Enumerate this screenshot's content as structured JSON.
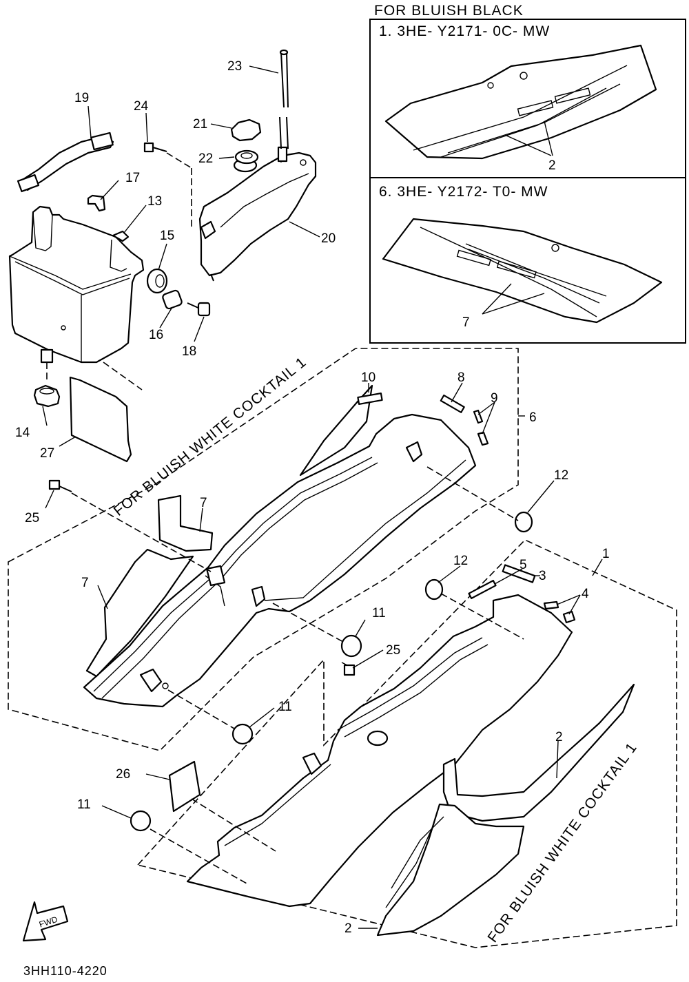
{
  "variant_box": {
    "title": "FOR BLUISH BLACK",
    "item1": "1. 3HE- Y2171- 0C- MW",
    "item6": "6. 3HE- Y2172- T0- MW",
    "callout_item1": "2",
    "callout_item6": "7"
  },
  "rotated_labels": {
    "upper_cover": "FOR BLUISH WHITE COCKTAIL 1",
    "lower_cover": "FOR BLUISH WHITE COCKTAIL 1"
  },
  "callouts": {
    "c1": "1",
    "c2a": "2",
    "c2b": "2",
    "c3": "3",
    "c4": "4",
    "c5": "5",
    "c6": "6",
    "c7a": "7",
    "c7b": "7",
    "c8": "8",
    "c9": "9",
    "c10": "10",
    "c11a": "11",
    "c11b": "11",
    "c11c": "11",
    "c12a": "12",
    "c12b": "12",
    "c13": "13",
    "c14": "14",
    "c15": "15",
    "c16": "16",
    "c17": "17",
    "c18": "18",
    "c19": "19",
    "c20": "20",
    "c21": "21",
    "c22": "22",
    "c23": "23",
    "c24": "24",
    "c25a": "25",
    "c25b": "25",
    "c26": "26",
    "c27": "27"
  },
  "fwd_arrow": "FWD",
  "footer_code": "3HH110-4220"
}
